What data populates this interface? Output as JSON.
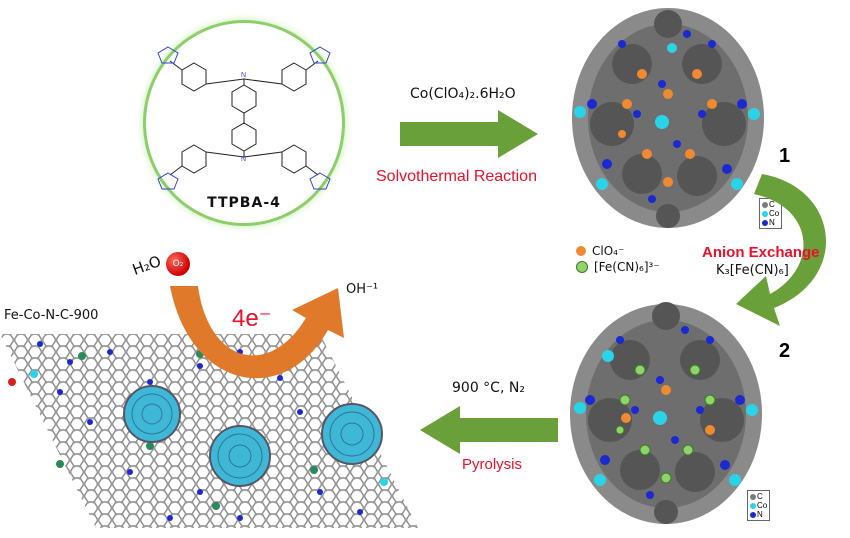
{
  "ligand": {
    "name": "TTPBA-4"
  },
  "step1": {
    "reagent": "Co(ClO₄)₂.6H₂O",
    "process": "Solvothermal Reaction"
  },
  "step2": {
    "process": "Anion Exchange",
    "reagent": "K₃[Fe(CN)₆]"
  },
  "step3": {
    "conditions": "900 °C, N₂",
    "process": "Pyrolysis"
  },
  "structures": {
    "label1": "1",
    "label2": "2"
  },
  "legend": {
    "anion1": "ClO₄⁻",
    "anion2": "[Fe(CN)₆]³⁻"
  },
  "atom_key": {
    "c": "C",
    "co": "Co",
    "n": "N"
  },
  "product": {
    "name": "Fe-Co-N-C-900"
  },
  "orr": {
    "reactant1": "H₂O",
    "reactant2": "O₂",
    "electrons": "4e⁻",
    "product": "OH⁻¹"
  },
  "colors": {
    "green_arrow": "#6aa03a",
    "orange_arrow": "#e07a2a",
    "red_text": "#e8102a",
    "circle_border": "#8ccf6a",
    "clo4": "#f08a30",
    "fecn": "#8ed46a",
    "carbon": "#7a7a7a",
    "cobalt": "#29d3e8",
    "nitrogen": "#1a2ad0"
  }
}
